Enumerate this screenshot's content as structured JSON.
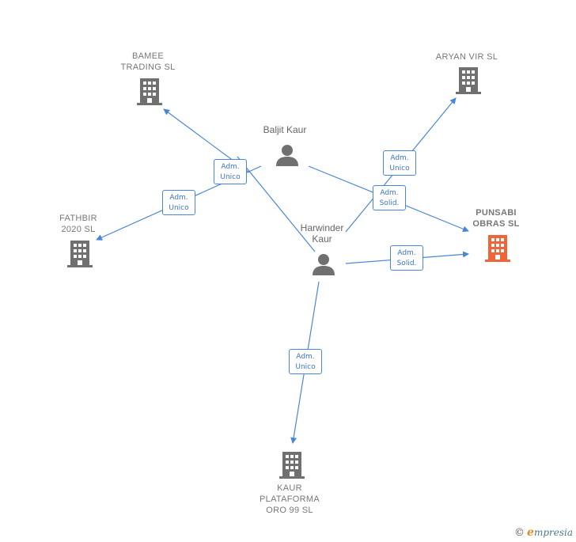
{
  "companies": {
    "bamee": {
      "line1": "BAMEE",
      "line2": "TRADING  SL"
    },
    "aryan": {
      "line1": "ARYAN VIR  SL"
    },
    "fathbir": {
      "line1": "FATHBIR",
      "line2": "2020  SL"
    },
    "punsabi": {
      "line1": "PUNSABI",
      "line2": "OBRAS  SL"
    },
    "kaur": {
      "line1": "KAUR",
      "line2": "PLATAFORMA",
      "line3": "ORO 99  SL"
    }
  },
  "persons": {
    "baljit": {
      "name": "Baljit Kaur"
    },
    "harwinder": {
      "line1": "Harwinder",
      "line2": "Kaur"
    }
  },
  "relations": {
    "baljit_bamee": {
      "line1": "Adm.",
      "line2": "Unico"
    },
    "baljit_fathbir": {
      "line1": "Adm.",
      "line2": "Unico"
    },
    "harwinder_aryan": {
      "line1": "Adm.",
      "line2": "Unico"
    },
    "baljit_punsabi": {
      "line1": "Adm.",
      "line2": "Solid."
    },
    "harwinder_punsabi": {
      "line1": "Adm.",
      "line2": "Solid."
    },
    "harwinder_kaur": {
      "line1": "Adm.",
      "line2": "Unico"
    }
  },
  "colors": {
    "edge": "#4a86d8",
    "building": "#707070",
    "focus_building": "#f0643a",
    "person": "#707070"
  },
  "footer": {
    "symbol": "©",
    "brand_initial": "e",
    "brand_rest": "mpresia"
  }
}
